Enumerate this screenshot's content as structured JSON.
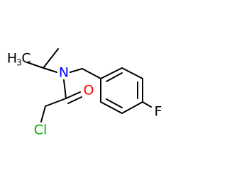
{
  "molecule": {
    "atoms": {
      "nitrogen": {
        "symbol": "N",
        "color": "#0000ff"
      },
      "oxygen": {
        "symbol": "O",
        "color": "#ff0000"
      },
      "chlorine": {
        "symbol": "Cl",
        "color": "#00aa00"
      },
      "fluorine": {
        "symbol": "F",
        "color": "#000000"
      },
      "methyl": {
        "symbol": "H",
        "subscript": "3",
        "carbon": "C",
        "color": "#000000"
      }
    }
  }
}
